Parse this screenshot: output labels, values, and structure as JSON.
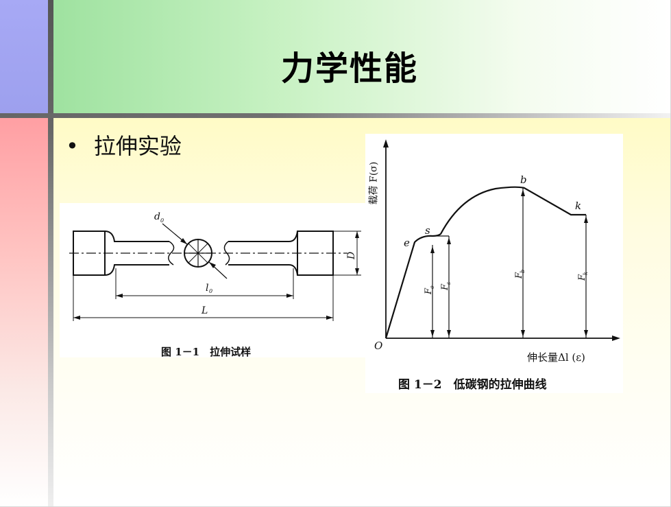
{
  "slide": {
    "title": "力学性能",
    "bullet": "•",
    "bullet_text": "拉伸实验"
  },
  "figure1": {
    "caption": "图 1－1　拉伸试样",
    "labels": {
      "d0": "d",
      "d0_sub": "0",
      "l0": "l",
      "l0_sub": "0",
      "L": "L",
      "D": "D"
    }
  },
  "figure2": {
    "caption": "图 1－2　低碳钢的拉伸曲线",
    "y_axis_label": "载荷 F(σ)",
    "x_axis_label": "伸长量Δl (ε)",
    "points": {
      "O": "O",
      "e": "e",
      "s": "s",
      "b": "b",
      "k": "k"
    },
    "forces": {
      "Fe": "F",
      "Fe_sub": "e",
      "Fs": "F",
      "Fs_sub": "s",
      "Fb": "F",
      "Fb_sub": "b",
      "Fk": "F",
      "Fk_sub": "k"
    }
  },
  "colors": {
    "header_blue": "#a7a9f5",
    "header_green": "#9fe2a0",
    "body_red": "#ff9fa3",
    "body_yellow": "#fffbc6"
  }
}
